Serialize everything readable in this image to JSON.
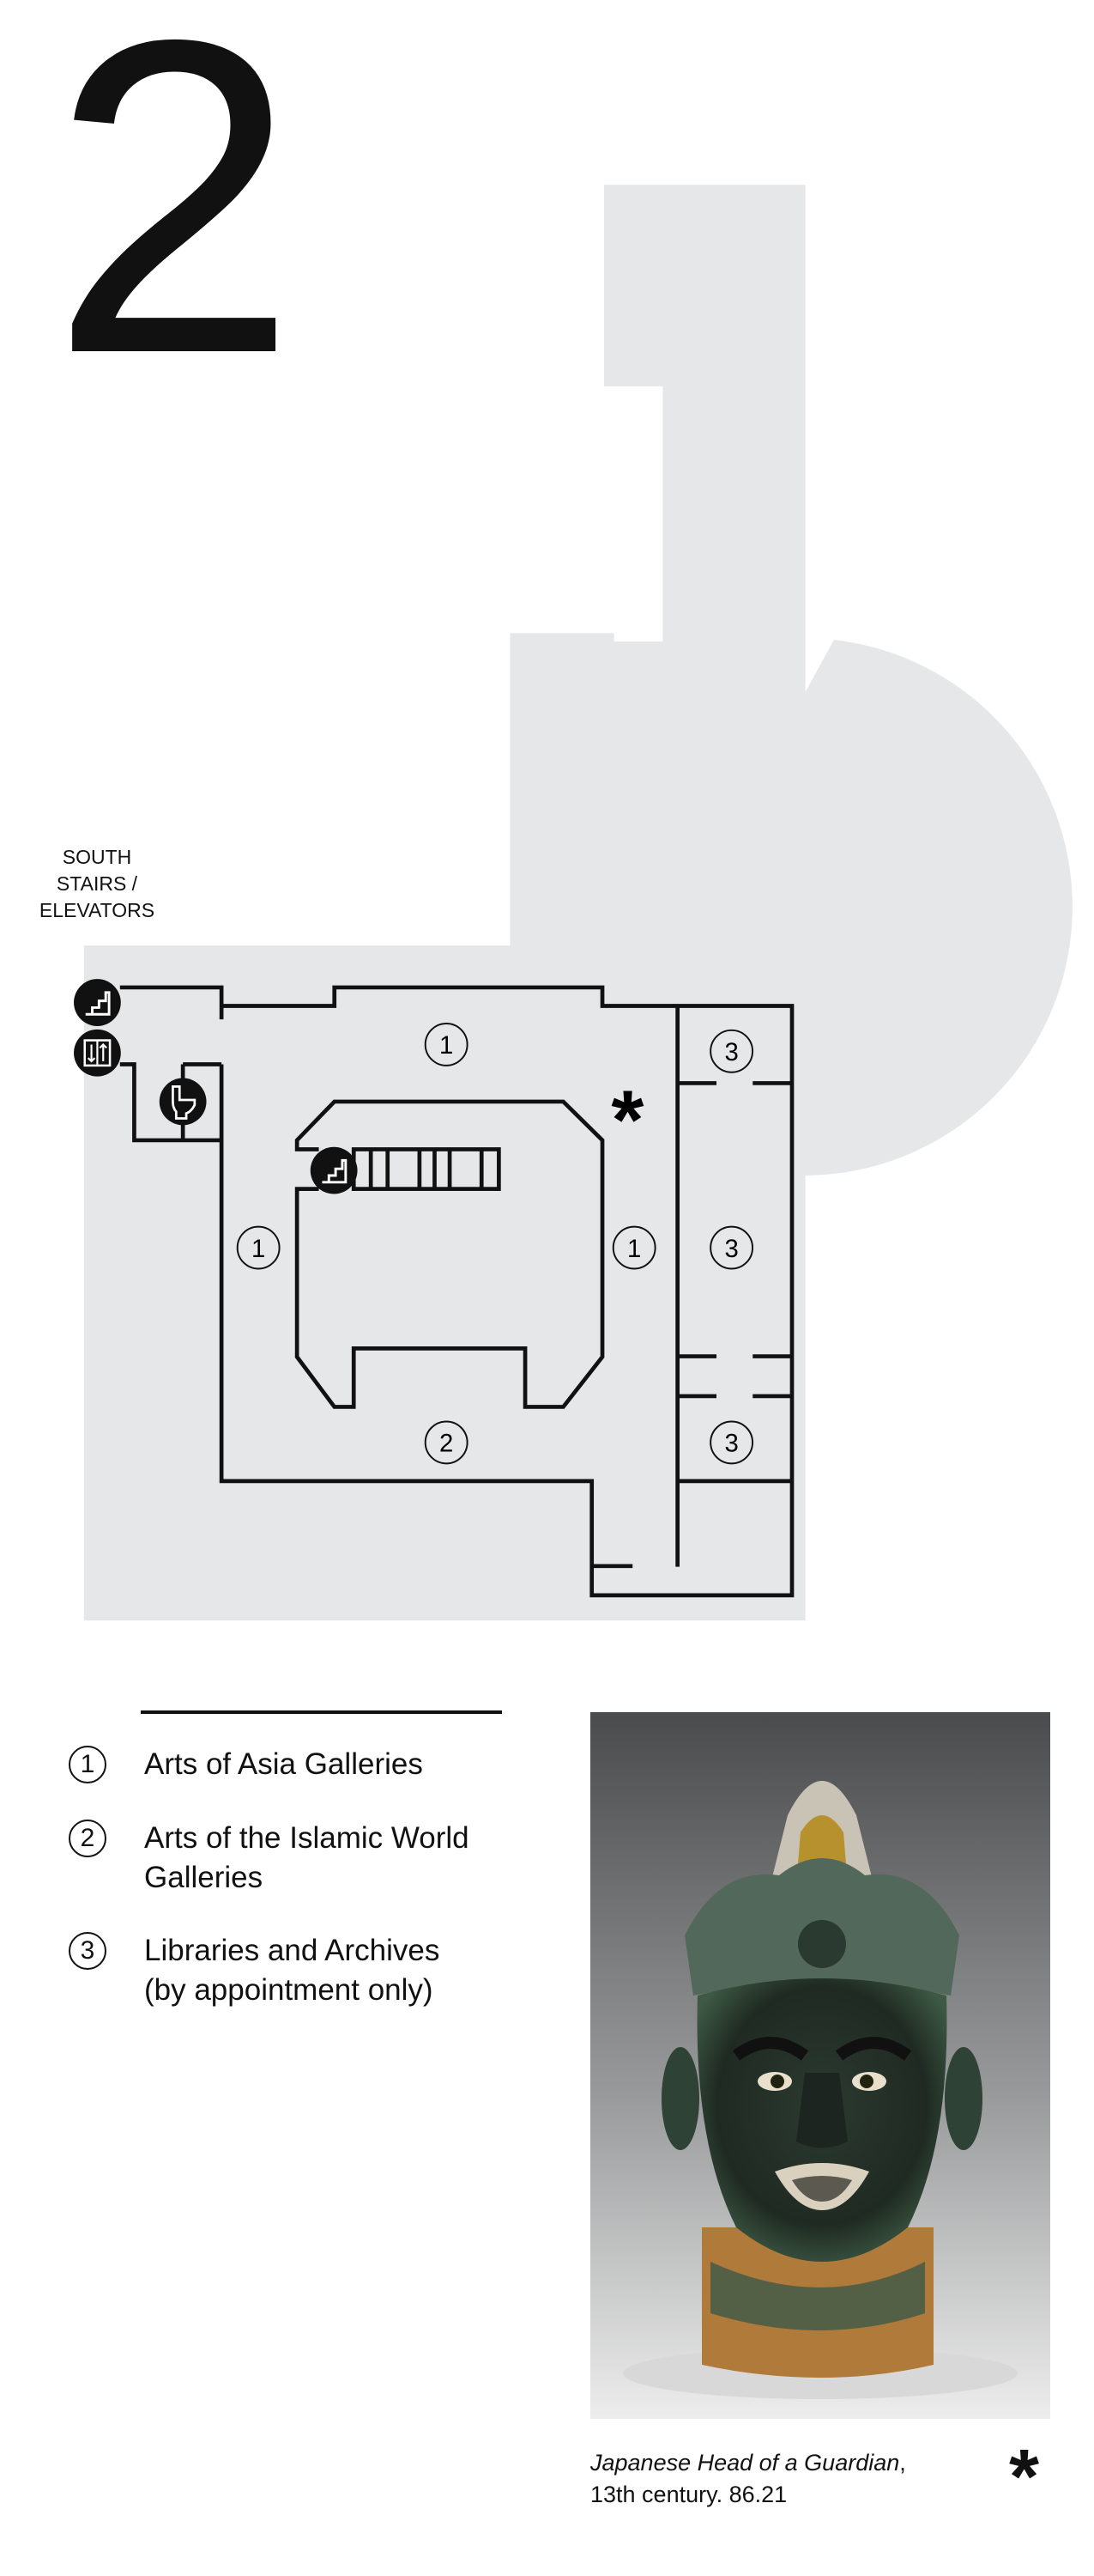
{
  "floor": {
    "number": "2"
  },
  "map": {
    "entrance_label": [
      "SOUTH",
      "STAIRS /",
      "ELEVATORS"
    ],
    "icons": [
      "stairs-icon",
      "elevator-icon",
      "restroom-icon",
      "stairs-icon"
    ],
    "gallery_markers": {
      "g1": "1",
      "g2": "2",
      "g3": "3"
    },
    "featured_marker": "*",
    "colors": {
      "building": "#e6e7e9",
      "walls": "#111111"
    }
  },
  "legend": {
    "items": [
      {
        "num": "1",
        "lines": [
          "Arts of Asia Galleries"
        ]
      },
      {
        "num": "2",
        "lines": [
          "Arts of the Islamic World",
          "Galleries"
        ]
      },
      {
        "num": "3",
        "lines": [
          "Libraries and Archives",
          "(by appointment only)"
        ]
      }
    ]
  },
  "featured": {
    "title": "Japanese Head of a Guardian",
    "line1_suffix": ",",
    "line2": "13th century. 86.21",
    "marker": "*"
  }
}
